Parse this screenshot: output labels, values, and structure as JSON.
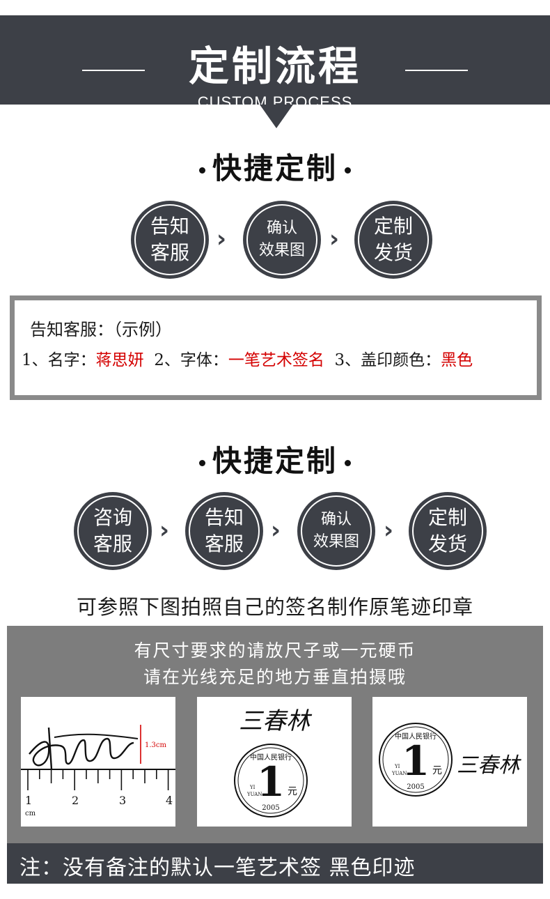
{
  "header": {
    "title": "定制流程",
    "subtitle": "CUSTOM PROCESS"
  },
  "section1": {
    "title": "快捷定制",
    "steps": [
      {
        "label": "告知\n客服"
      },
      {
        "label": "确认\n效果图"
      },
      {
        "label": "定制\n发货"
      }
    ]
  },
  "example": {
    "title": "告知客服：（示例）",
    "item1_label": "1、名字：",
    "item1_value": "蒋思妍",
    "item2_label": "2、字体：",
    "item2_value": "一笔艺术签名",
    "item3_label": "3、盖印颜色：",
    "item3_value": "黑色"
  },
  "section2": {
    "title": "快捷定制",
    "steps": [
      {
        "label": "咨询\n客服"
      },
      {
        "label": "告知\n客服"
      },
      {
        "label": "确认\n效果图"
      },
      {
        "label": "定制\n发货"
      }
    ]
  },
  "reference": {
    "caption": "可参照下图拍照自己的签名制作原笔迹印章",
    "panel_line1": "有尺寸要求的请放尺子或一元硬币",
    "panel_line2": "请在光线充足的地方垂直拍摄哦",
    "photo1": {
      "measure": "1.3cm",
      "ruler_numbers": [
        "1",
        "2",
        "3",
        "4"
      ],
      "ruler_unit": "cm"
    },
    "photo2": {
      "signature": "三春林",
      "coin_top": "中国人民银行",
      "coin_value": "1",
      "coin_unit": "元",
      "coin_yi": "YI",
      "coin_yuan": "YUAN",
      "coin_year": "2005"
    },
    "photo3": {
      "signature": "三春林",
      "coin_top": "中国人民银行",
      "coin_value": "1",
      "coin_unit": "元",
      "coin_yi": "YI",
      "coin_yuan": "YUAN",
      "coin_year": "2005"
    }
  },
  "note": {
    "text": "注：没有备注的默认一笔艺术签 黑色印迹"
  },
  "colors": {
    "dark": "#3d4047",
    "accent_red": "#d40000",
    "panel_grey": "#7d7d7d"
  }
}
